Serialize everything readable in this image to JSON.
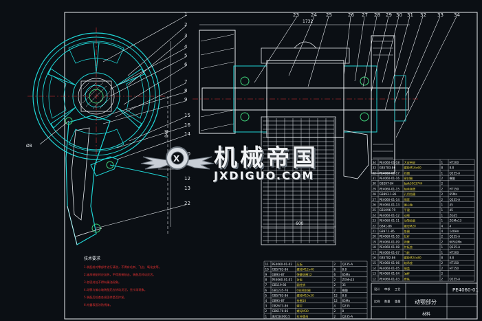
{
  "drawing": {
    "title_code": "PE4060-01",
    "assembly_name": "动颚部分",
    "material": "材料",
    "notes_title": "技术要求",
    "notes": [
      "1.装配前对零部件进行清洗，不得有毛刺、飞边、氧化皮等。",
      "2.轴承装配时应加热，不得直接敲击，装配后转动灵活。",
      "3.各密封处不得有漏油现象。",
      "4.动颚与偏心轴装配后应转动灵活，无卡滞现象。",
      "5.装配后检查各紧固件是否拧紧。",
      "6.外露表面涂防锈漆。"
    ],
    "balloons_left": [
      "1",
      "2",
      "3",
      "4",
      "5",
      "6",
      "7",
      "8",
      "9",
      "15",
      "16",
      "14",
      "10",
      "11",
      "12",
      "13",
      "22"
    ],
    "balloons_top": [
      "23",
      "24",
      "25",
      "26",
      "27",
      "28",
      "29",
      "30",
      "31",
      "32",
      "33",
      "34"
    ],
    "dim_top": "1732",
    "dim_side": "840",
    "dim_bottom": "600",
    "label_left": "Ø8",
    "bom_right": [
      [
        "34",
        "PE4060-01-18",
        "大皮带轮",
        "1",
        "HT200"
      ],
      [
        "33",
        "GB5783-86",
        "螺栓M16x60",
        "8",
        "8.8"
      ],
      [
        "32",
        "PE4060-01-17",
        "挡圈",
        "1",
        "Q235-A"
      ],
      [
        "31",
        "PE4060-01-16",
        "密封圈",
        "2",
        "橡胶"
      ],
      [
        "30",
        "GB297-84",
        "轴承3003744",
        "2",
        ""
      ],
      [
        "29",
        "PE4060-01-15",
        "轴承端盖",
        "2",
        "HT150"
      ],
      [
        "28",
        "GB893.1-86",
        "孔用挡圈",
        "2",
        "65Mn"
      ],
      [
        "27",
        "PE4060-01-14",
        "隔套",
        "2",
        "Q235-A"
      ],
      [
        "26",
        "PE4060-01-13",
        "偏心轴",
        "1",
        "45"
      ],
      [
        "25",
        "GB1096-79",
        "平键",
        "1",
        "45"
      ],
      [
        "24",
        "PE4060-01-12",
        "动颚",
        "1",
        "ZG35"
      ],
      [
        "23",
        "PE4060-01-11",
        "动颚齿板",
        "1",
        "ZGMn13"
      ],
      [
        "22",
        "GB41-86",
        "螺母M20",
        "4",
        "4"
      ],
      [
        "21",
        "GB97.1-85",
        "垫圈",
        "4",
        "140HV"
      ],
      [
        "20",
        "PE4060-01-10",
        "拉杆",
        "2",
        "Q235-A"
      ],
      [
        "19",
        "PE4060-01-09",
        "弹簧",
        "2",
        "60Si2Mn"
      ],
      [
        "18",
        "PE4060-01-08",
        "肘板垫",
        "1",
        "Q235-A"
      ],
      [
        "17",
        "PE4060-01-07",
        "飞轮",
        "1",
        "HT200"
      ],
      [
        "16",
        "GB5782-86",
        "螺栓M24x80",
        "8",
        "8.8"
      ],
      [
        "15",
        "PE4060-01-06",
        "轴承座",
        "2",
        "HT150"
      ],
      [
        "14",
        "PE4060-01-05",
        "端盖",
        "2",
        "HT150"
      ],
      [
        "13",
        "PE4060-01-04",
        "油杯",
        "2",
        ""
      ],
      [
        "12",
        "PE4060-01-03",
        "楔铁",
        "2",
        "Q235-A"
      ]
    ],
    "bom_left": [
      [
        "11",
        "PE4060-01-02",
        "压板",
        "2",
        "Q235-A"
      ],
      [
        "10",
        "GB5783-86",
        "螺栓M12x40",
        "6",
        "8.8"
      ],
      [
        "9",
        "GB93-87",
        "弹簧垫圈12",
        "6",
        "65Mn"
      ],
      [
        "8",
        "PE4060-01-01",
        "衬板",
        "2",
        "ZGMn13"
      ],
      [
        "7",
        "GB119-86",
        "圆柱销",
        "2",
        "35"
      ],
      [
        "6",
        "GB1235-76",
        "O形密封圈",
        "2",
        "橡胶"
      ],
      [
        "5",
        "GB5783-86",
        "螺栓M10x30",
        "12",
        "8.8"
      ],
      [
        "4",
        "GB93-87",
        "垫圈10",
        "12",
        "65Mn"
      ],
      [
        "3",
        "GB2673-86",
        "螺钉",
        "4",
        "Q235"
      ],
      [
        "2",
        "GB6170-86",
        "螺母M30",
        "2",
        "8"
      ],
      [
        "1",
        "JB/ZQ4000.5",
        "拉杆螺母",
        "2",
        "Q235-A"
      ]
    ],
    "title_block_labels": [
      "设计",
      "审核",
      "工艺",
      "比例",
      "数量",
      "重量"
    ]
  },
  "watermark": {
    "cn": "机械帝国",
    "en": "JXDIGUO.COM"
  },
  "colors": {
    "background": "#0b0f14",
    "line_white": "#e8ecf0",
    "cyan": "#1fd6d6",
    "green": "#3fd07a",
    "red": "#e03030",
    "yellow": "#e0d040"
  }
}
